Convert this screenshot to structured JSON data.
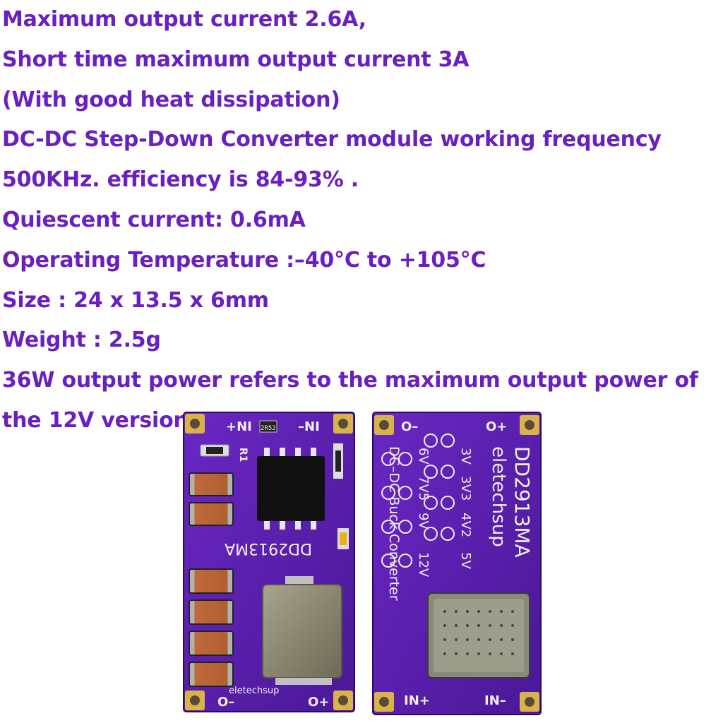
{
  "spec_lines": [
    "Maximum output current 2.6A,",
    "Short time maximum output current 3A",
    "(With good heat dissipation)",
    "DC-DC Step-Down Converter module working frequency",
    "500KHz. efficiency is 84-93% .",
    "Quiescent current: 0.6mA",
    "Operating Temperature :–40°C to +105°C",
    "Size : 24 x 13.5 x 6mm",
    "Weight : 2.5g",
    "36W output power refers to the maximum output power of",
    "the 12V version"
  ],
  "front_board": {
    "part": "DD2913MA",
    "resistor": "R1",
    "resistor_code": "2R52",
    "brand": "eletechsup",
    "pins": {
      "in_plus": "+NI",
      "in_minus": "–NI",
      "out_minus": "O–",
      "out_plus": "O+"
    }
  },
  "back_board": {
    "part": "DD2913MA",
    "brand": "eletechsup",
    "subtitle": "DC–DC Buck Converter",
    "voltages_row1": [
      "3V",
      "3V3",
      "4V2",
      "5V"
    ],
    "voltages_row2": [
      "6V",
      "7V5",
      "9V",
      "12V"
    ],
    "pins": {
      "out_minus": "O–",
      "out_plus": "O+",
      "in_plus": "IN+",
      "in_minus": "IN–"
    }
  },
  "colors": {
    "text": "#6a1fc0",
    "pcb": "#5b1fb0",
    "pcb_dark": "#3e1180",
    "gold": "#d9b24a"
  }
}
